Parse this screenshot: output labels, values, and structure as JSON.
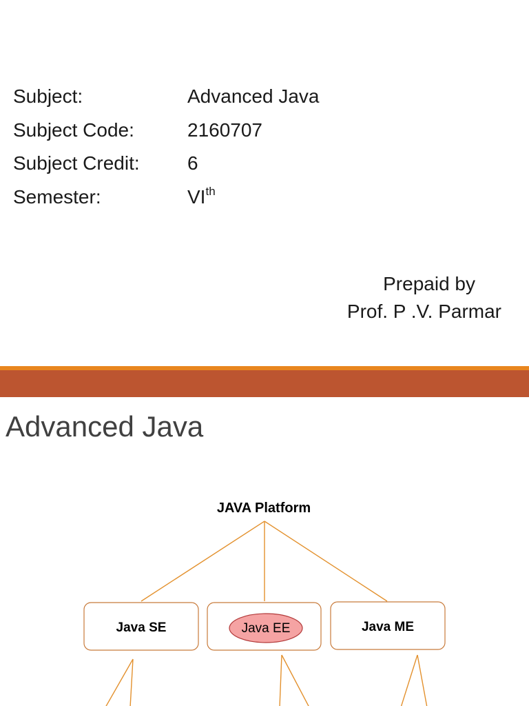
{
  "slide1": {
    "rows": [
      {
        "label": "Subject:",
        "value": "Advanced Java",
        "sup": ""
      },
      {
        "label": "Subject Code:",
        "value": "2160707",
        "sup": ""
      },
      {
        "label": "Subject Credit:",
        "value": "6",
        "sup": ""
      },
      {
        "label": "Semester:",
        "value": "VI",
        "sup": "th"
      }
    ],
    "prepared_line1": "Prepaid by",
    "prepared_line2": "Prof. P .V. Parmar"
  },
  "slide2": {
    "title": "Advanced Java",
    "diagram": {
      "root": "JAVA Platform",
      "nodes": [
        "Java SE",
        "Java EE",
        "Java ME"
      ],
      "highlighted_node": "Java EE",
      "colors": {
        "connector": "#e3912e",
        "box_border": "#c87a3a",
        "highlight_fill": "#f5a3a3",
        "highlight_border": "#b23a3a"
      }
    },
    "band_colors": {
      "thin": "#e8861f",
      "thick": "#bc5530"
    }
  }
}
